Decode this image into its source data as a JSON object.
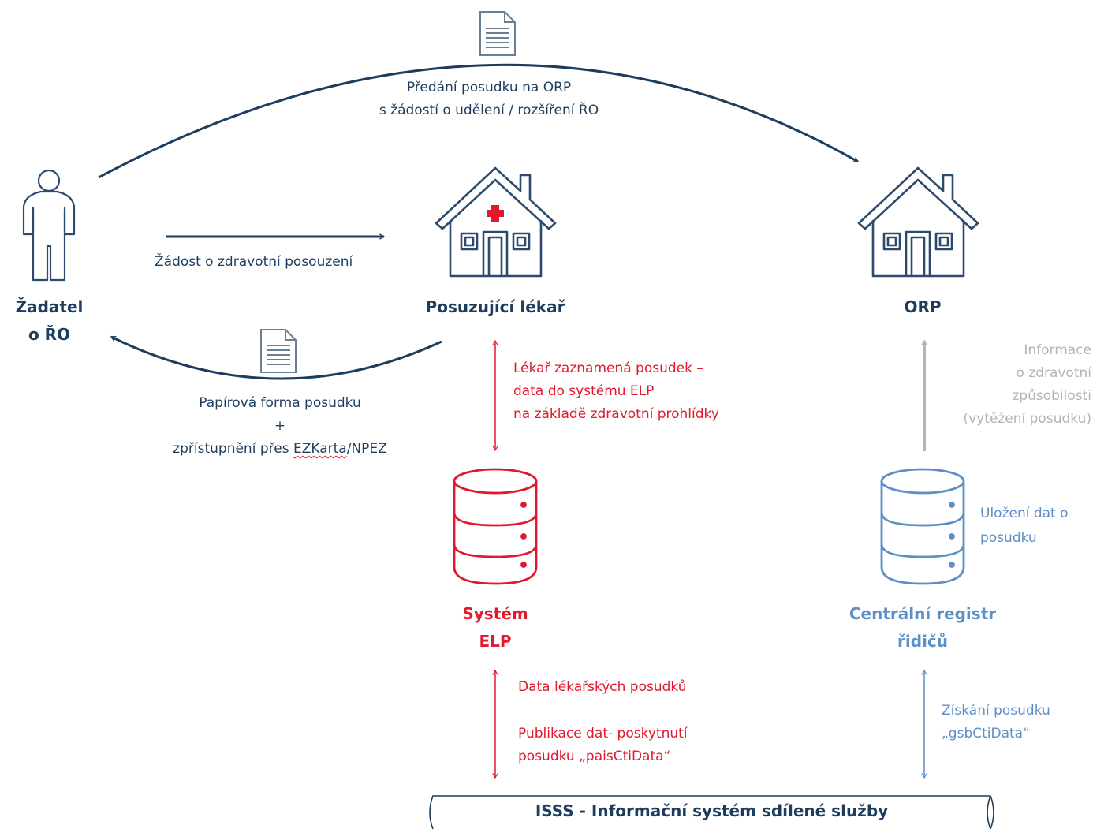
{
  "nodes": {
    "applicant": "Žadatel\no ŘO",
    "doctor": "Posuzující lékař",
    "orp": "ORP",
    "elp": "Systém\nELP",
    "crr": "Centrální registr\nřidičů",
    "isss": "ISSS - Informační systém sdílené služby"
  },
  "flows": {
    "top_transfer": "Předání posudku na ORP\ns žádostí o udělení / rozšíření ŘO",
    "request": "Žádost o zdravotní posouzení",
    "paper_form": "Papírová forma posudku",
    "plus": "+",
    "access_prefix": "zpřístupnění přes ",
    "access_underlined": "EZKarta",
    "access_suffix": "/NPEZ",
    "doctor_records": "Lékař zaznamená posudek –\ndata do systému ELP\nna základě zdravotní prohlídky",
    "health_info": "Informace\no zdravotní\nzpůsobilosti\n(vytěžení posudku)",
    "storage": "Uložení dat o\nposudku",
    "medical_data": "Data lékařských posudků",
    "publication": "Publikace dat- poskytnutí\nposudku „paisCtiData“",
    "retrieval": "Získání posudku\n„gsbCtiData“"
  },
  "colors": {
    "navy": "#1c3d5e",
    "red": "#e2182d",
    "blue": "#5b8fc7",
    "gray": "#b4b4b4"
  },
  "icons": [
    "person-icon",
    "clinic-house-icon",
    "house-icon",
    "document-icon",
    "database-icon"
  ]
}
